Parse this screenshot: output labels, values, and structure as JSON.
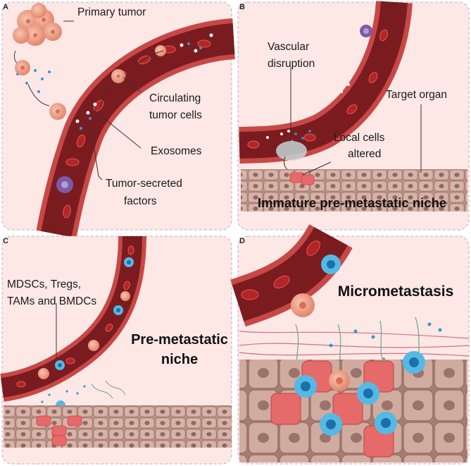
{
  "panels": [
    {
      "id": "A",
      "labels": {
        "primary_tumor": "Primary tumor",
        "ctc_line1": "Circulating",
        "ctc_line2": "tumor cells",
        "exosomes": "Exosomes",
        "factors_line1": "Tumor-secreted",
        "factors_line2": "factors"
      }
    },
    {
      "id": "B",
      "labels": {
        "vascular_line1": "Vascular",
        "vascular_line2": "disruption",
        "target_organ": "Target organ",
        "local_line1": "Local cells",
        "local_line2": "altered",
        "niche_title": "Immature pre-metastatic niche"
      }
    },
    {
      "id": "C",
      "labels": {
        "cells_line1": "MDSCs, Tregs,",
        "cells_line2": "TAMs and BMDCs",
        "niche_line1": "Pre-metastatic",
        "niche_line2": "niche"
      }
    },
    {
      "id": "D",
      "labels": {
        "title": "Micrometastasis"
      }
    }
  ],
  "colors": {
    "panel_bg": "#fde8e6",
    "vessel_wall": "#c0403f",
    "vessel_lumen": "#7a1c1f",
    "rbc": "#b32427",
    "tumor_cell": "#f0a58c",
    "tissue_cell": "#c9a89c",
    "altered_cell": "#e66a6a",
    "immune_cell": "#55b9e6",
    "factor_dots": "#2f9ad6"
  }
}
